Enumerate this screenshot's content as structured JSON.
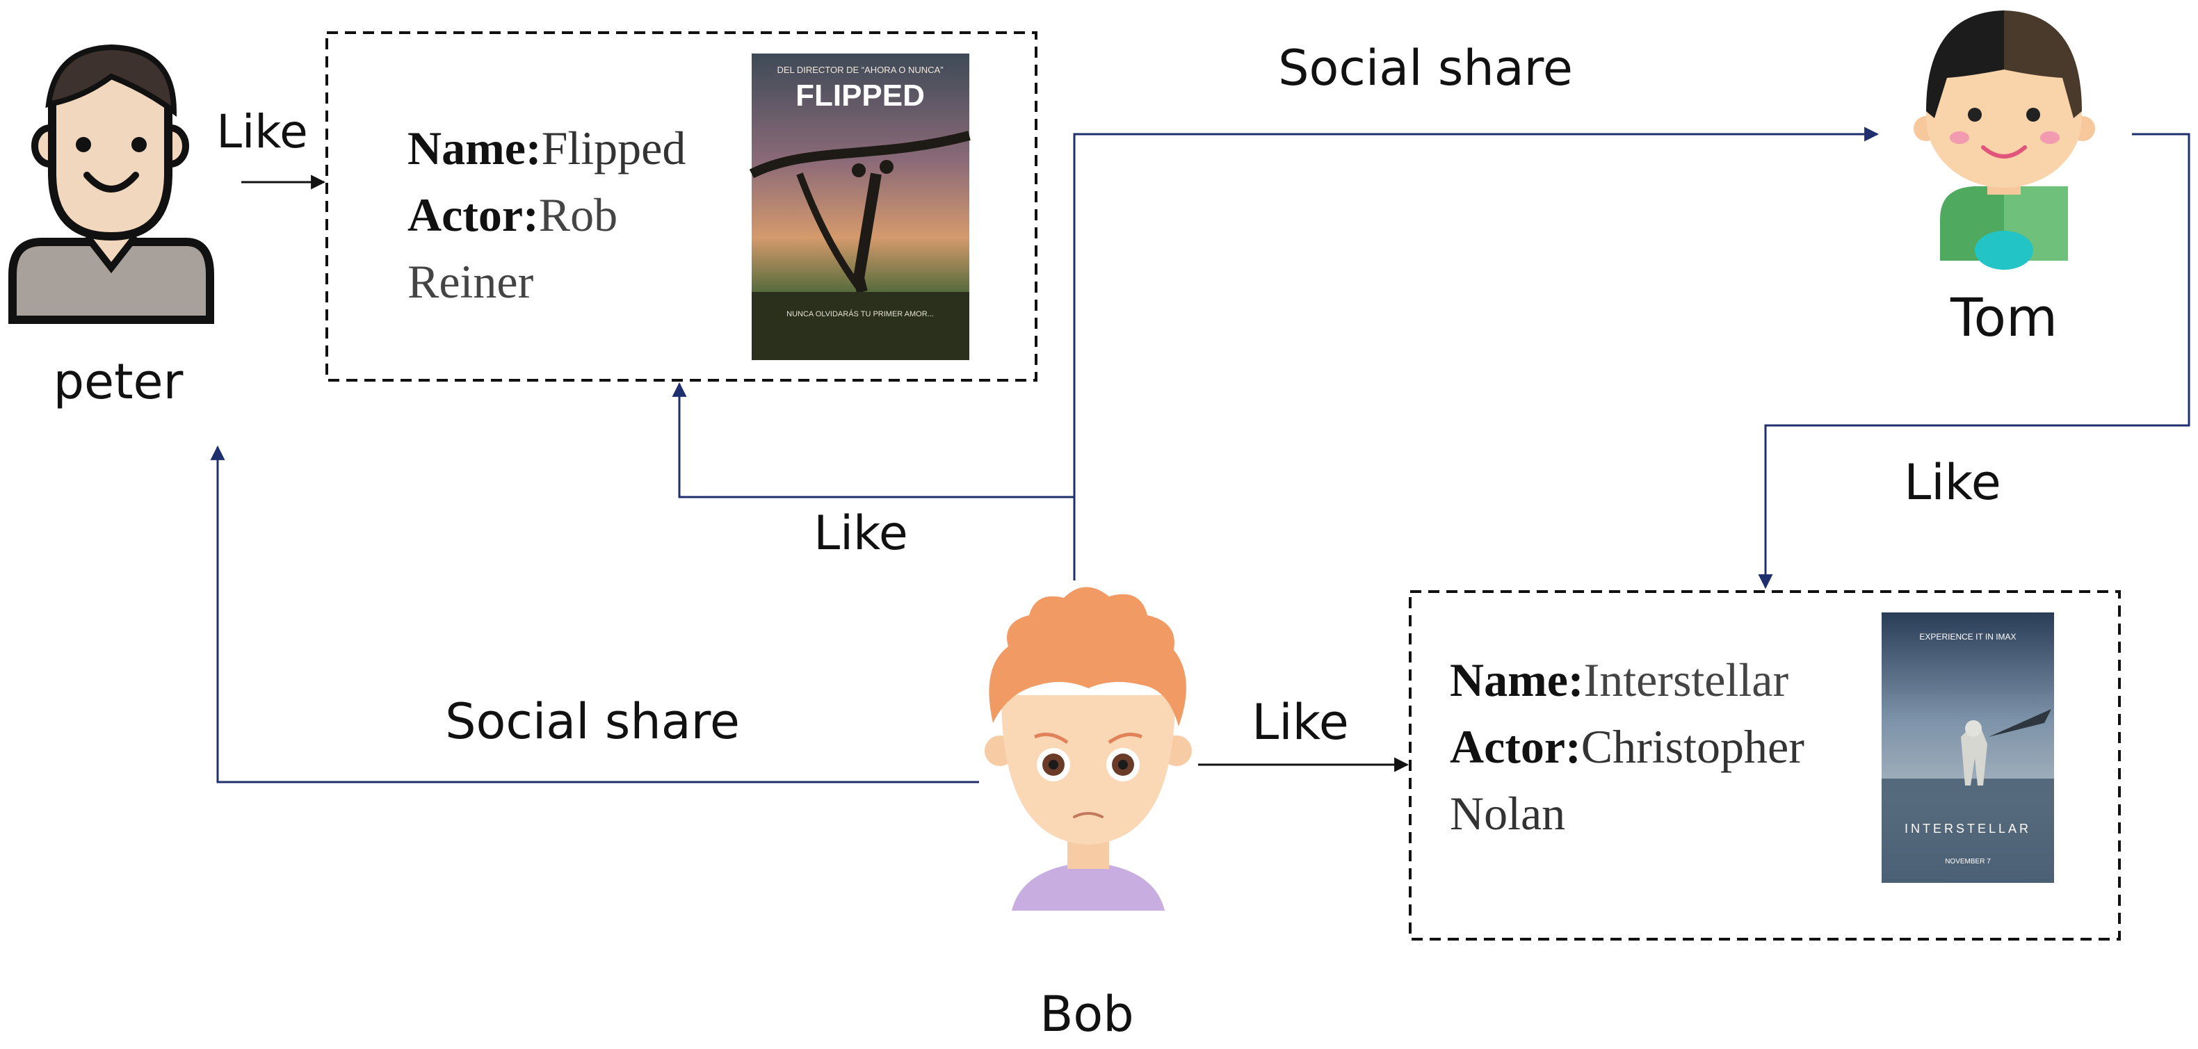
{
  "people": {
    "peter": "peter",
    "tom": "Tom",
    "bob": "Bob"
  },
  "edges": {
    "peter_like": "Like",
    "bob_like_flipped": "Like",
    "bob_social_share_tom": "Social share",
    "bob_social_share_peter": "Social share",
    "tom_like": "Like",
    "bob_like_interstellar": "Like"
  },
  "movies": {
    "flipped": {
      "name_key": "Name:",
      "name": "Flipped",
      "actor_key": "Actor:",
      "actor": "Rob Reiner",
      "poster": {
        "tagline_top": "DEL DIRECTOR DE “AHORA O NUNCA”",
        "title": "FLIPPED",
        "tagline_bottom": "NUNCA OLVIDARÁS TU PRIMER AMOR..."
      }
    },
    "interstellar": {
      "name_key": "Name:",
      "name": "Interstellar",
      "actor_key": "Actor:",
      "actor": "Christopher Nolan",
      "poster": {
        "tagline_top": "EXPERIENCE IT IN IMAX",
        "title": "INTERSTELLAR",
        "date": "NOVEMBER 7"
      }
    }
  },
  "colors": {
    "arrow_blue": "#1f2f6e",
    "arrow_black": "#111111",
    "skin_peter": "#f1d7bd",
    "shirt_peter": "#a8a19b",
    "hair_bob": "#f19a64",
    "shirt_bob": "#c8aee0",
    "shirt_tom": "#4faa5f"
  },
  "icons": [
    "peter-avatar-icon",
    "tom-avatar-icon",
    "bob-avatar-icon"
  ]
}
